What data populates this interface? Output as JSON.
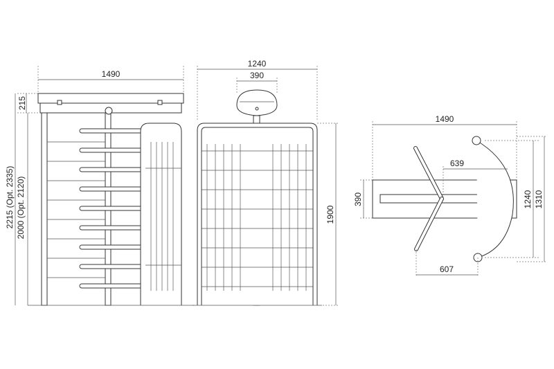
{
  "figure": {
    "side_view": {
      "width_label": "1490",
      "top_label": "215",
      "height_label_1": "2215 (Opt. 2335)",
      "height_label_2": "2000 (Opt. 2120)"
    },
    "front_view": {
      "width_label": "1240",
      "head_label": "390",
      "height_label": "1900"
    },
    "top_view": {
      "width_label": "1490",
      "depth_label": "390",
      "inner_label": "639",
      "lower_label": "607",
      "right_label_1": "1240",
      "right_label_2": "1310"
    }
  }
}
